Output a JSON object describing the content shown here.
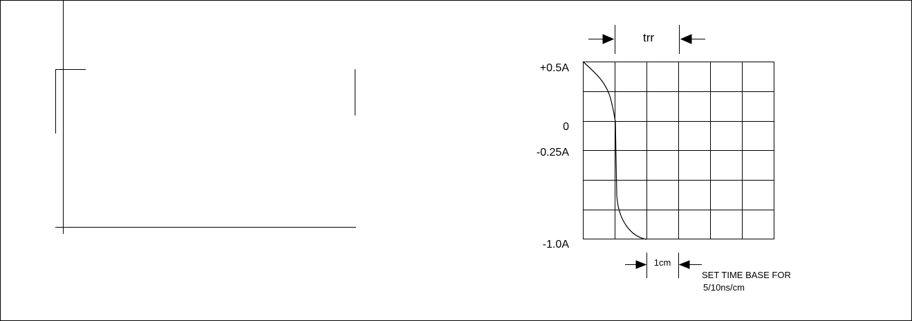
{
  "diagram": {
    "trr_label": "trr",
    "y_labels": {
      "top": "+0.5A",
      "zero": "0",
      "mid": "-0.25A",
      "bottom": "-1.0A"
    },
    "scale_label": "1cm",
    "note": {
      "line1": "SET TIME BASE FOR",
      "line2": "5/10ns/cm"
    },
    "colors": {
      "line": "#000000",
      "background": "#ffffff"
    }
  }
}
